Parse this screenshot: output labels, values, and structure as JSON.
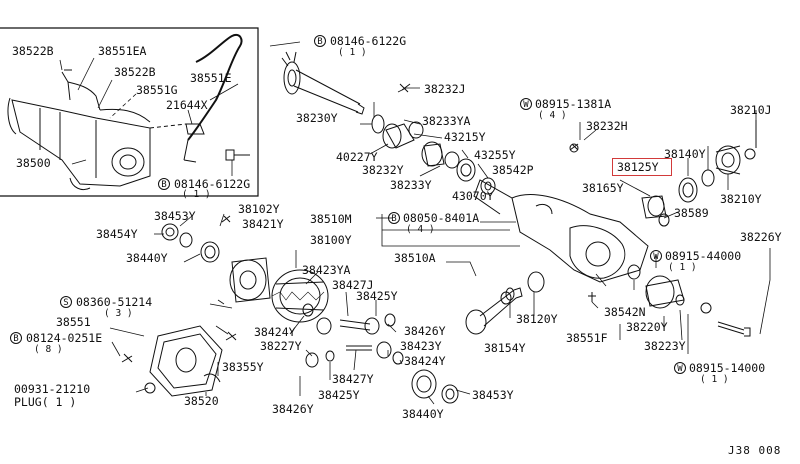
{
  "labels": {
    "p38522B_a": "38522B",
    "p38551EA": "38551EA",
    "p38522B_b": "38522B",
    "p38551G": "38551G",
    "p21644X": "21644X",
    "p38551E": "38551E",
    "p38500": "38500",
    "p08146_top": "08146-6122G",
    "p08146_top_q": "( 1 )",
    "p08146_bot": "08146-6122G",
    "p08146_bot_q": "( 1 )",
    "p38230Y": "38230Y",
    "p38232J": "38232J",
    "p08915_1381A": "08915-1381A",
    "p08915_1381A_q": "( 4 )",
    "p38232H": "38232H",
    "p38210J": "38210J",
    "p38233YA": "38233YA",
    "p43215Y": "43215Y",
    "p40227Y": "40227Y",
    "p43255Y": "43255Y",
    "p38232Y": "38232Y",
    "p38542P": "38542P",
    "p38233Y": "38233Y",
    "p43070Y": "43070Y",
    "p38140Y": "38140Y",
    "p38125Y": "38125Y",
    "p38165Y": "38165Y",
    "p38589": "38589",
    "p38210Y": "38210Y",
    "p38102Y": "38102Y",
    "p38453Y_a": "38453Y",
    "p38421Y": "38421Y",
    "p38454Y": "38454Y",
    "p38510M": "38510M",
    "p08050": "08050-8401A",
    "p08050_q": "( 4 )",
    "p38100Y": "38100Y",
    "p38440Y_a": "38440Y",
    "p38226Y": "38226Y",
    "p38510A": "38510A",
    "p08915_44000": "08915-44000",
    "p08915_44000_q": "( 1 )",
    "p38423YA": "38423YA",
    "p38427J_a": "38427J",
    "p38425Y_a": "38425Y",
    "p08360": "08360-51214",
    "p08360_q": "( 3 )",
    "p38551": "38551",
    "p38542N": "38542N",
    "p38220Y": "38220Y",
    "p38120Y": "38120Y",
    "p38424Y_a": "38424Y",
    "p38426Y_a": "38426Y",
    "p38223Y": "38223Y",
    "p08124": "08124-0251E",
    "p08124_q": "( 8 )",
    "p38227Y": "38227Y",
    "p38423Y": "38423Y",
    "p38154Y": "38154Y",
    "p38551F": "38551F",
    "p38355Y": "38355Y",
    "p38424Y_b": "38424Y",
    "p38427Y": "38427Y",
    "p08915_14000": "08915-14000",
    "p08915_14000_q": "( 1 )",
    "p00931": "00931-21210",
    "p00931_plug": "PLUG( 1 )",
    "p38520": "38520",
    "p38425Y_b": "38425Y",
    "p38453Y_b": "38453Y",
    "p38426Y_b": "38426Y",
    "p38440Y_b": "38440Y"
  },
  "prefixes": {
    "B": "B",
    "W": "W",
    "S": "S"
  },
  "diagram_ref": "J38 008",
  "highlight_color": "#d23a3a"
}
